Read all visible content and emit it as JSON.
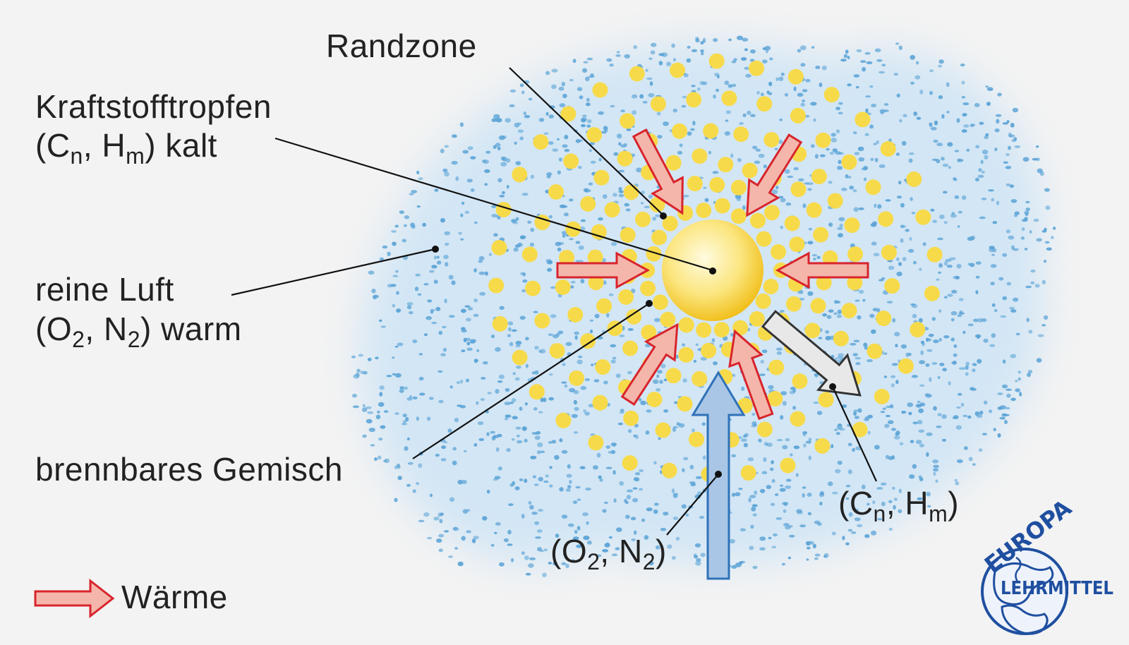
{
  "labels": {
    "randzone": "Randzone",
    "kraftstoff_line1": "Kraftstofftropfen",
    "kraftstoff_line2_pre": "(C",
    "kraftstoff_sub_n": "n",
    "kraftstoff_mid": ", H",
    "kraftstoff_sub_m": "m",
    "kraftstoff_post": ") kalt",
    "luft_line1": "reine Luft",
    "luft_line2_pre": "(O",
    "luft_sub_2a": "2",
    "luft_mid": ", N",
    "luft_sub_2b": "2",
    "luft_post": ") warm",
    "gemisch": "brennbares Gemisch",
    "cnhm_pre": "(C",
    "cnhm_sub_n": "n",
    "cnhm_mid": ", H",
    "cnhm_sub_m": "m",
    "cnhm_post": ")",
    "o2n2_pre": "(O",
    "o2n2_sub_a": "2",
    "o2n2_mid": ", N",
    "o2n2_sub_b": "2",
    "o2n2_post": ")",
    "waerme": "Wärme"
  },
  "logo": {
    "top_text": "EUROPA",
    "right_text": "LEHRMITTEL"
  },
  "colors": {
    "background": "#f3f3f3",
    "air_cloud": "#cfe4f4",
    "air_dots": "#5aa3d6",
    "mixture_dots": "#f7da4a",
    "droplet_core": "#fff7c2",
    "droplet_edge": "#f2c21c",
    "heat_arrow_fill": "#f4b6aa",
    "heat_arrow_stroke": "#d8242c",
    "air_arrow_fill": "#a9c6e6",
    "air_arrow_stroke": "#2f72b8",
    "vapour_arrow_fill": "#e6e6e6",
    "vapour_arrow_stroke": "#333333",
    "leader_line": "#111111",
    "logo": "#1f4fa0"
  },
  "icons": {
    "waerme_legend": "heat-arrow-icon",
    "logo": "europa-lehrmittel-globe-logo"
  }
}
